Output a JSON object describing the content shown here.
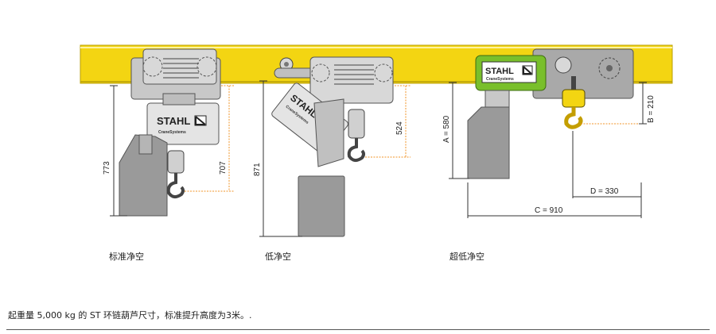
{
  "diagram": {
    "brand": "STAHL",
    "brand_sub": "CraneSystems",
    "colors": {
      "beam": "#f3d512",
      "beam_edge": "#b89f06",
      "hoist_body": "#cfcfcf",
      "hoist_dark": "#8c8c8c",
      "counterweight": "#9a9a9a",
      "green_hoist": "#79bf2b",
      "hook_yellow": "#f3d512",
      "dim_orange": "#f0952a",
      "dim_line": "#333333"
    },
    "icons": {
      "logo_mark": "stahl-logo-icon",
      "hook": "hook-icon",
      "wheel": "trolley-wheel-icon"
    },
    "variants": [
      {
        "label": "标准净空",
        "dim_total": "773",
        "dim_hook": "707"
      },
      {
        "label": "低净空",
        "dim_total": "871",
        "dim_hook": "524"
      },
      {
        "label": "超低净空",
        "dim_a": "A = 580",
        "dim_b": "B = 210",
        "dim_c": "C = 910",
        "dim_d": "D = 330"
      }
    ]
  },
  "caption": "起重量 5,000 kg 的 ST 环链葫芦尺寸，标准提升高度为3米。."
}
